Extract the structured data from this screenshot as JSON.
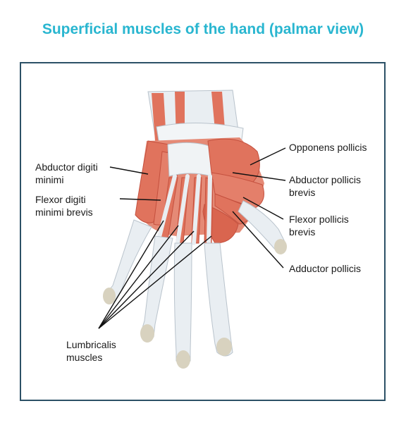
{
  "title": "Superficial muscles of the hand (palmar view)",
  "colors": {
    "title": "#29b6d0",
    "frame": "#2c5166",
    "muscle": "#e0735d",
    "muscle_dark": "#c4503e",
    "tendon": "#e9eef2",
    "bone": "#d8d2bf"
  },
  "labels": {
    "abductor_digiti_minimi": [
      "Abductor digiti",
      "minimi"
    ],
    "flexor_digiti_minimi_brevis": [
      "Flexor digiti",
      "minimi brevis"
    ],
    "lumbricalis": [
      "Lumbricalis",
      "muscles"
    ],
    "opponens_pollicis": [
      "Opponens pollicis"
    ],
    "abductor_pollicis_brevis": [
      "Abductor pollicis",
      "brevis"
    ],
    "flexor_pollicis_brevis": [
      "Flexor pollicis",
      "brevis"
    ],
    "adductor_pollicis": [
      "Adductor pollicis"
    ]
  }
}
